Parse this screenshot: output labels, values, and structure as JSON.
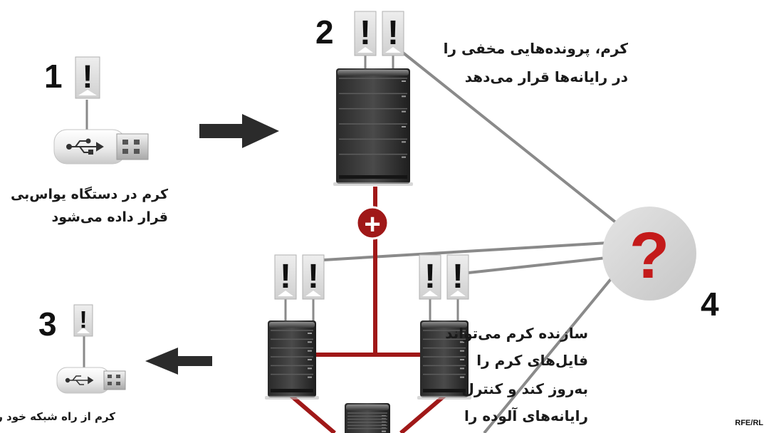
{
  "steps": {
    "step1": {
      "number": "1",
      "lines": [
        "کرم در دستگاه یواس‌بی",
        "قرار داده می‌شود"
      ]
    },
    "step2": {
      "number": "2",
      "lines": [
        "کرم، پرونده‌هایی مخفی را",
        "در رایانه‌ها قرار می‌دهد"
      ]
    },
    "step3": {
      "number": "3",
      "lines": [
        "کرم از راه شبکه خود را"
      ]
    },
    "step4": {
      "number": "4",
      "lines": [
        "سازنده کرم می‌تواند",
        "فایل‌های کرم را",
        "به‌روز کند و کنترل",
        "رایانه‌های آلوده را"
      ]
    }
  },
  "symbols": {
    "alert": "!",
    "unknown": "?",
    "plus": "+"
  },
  "credit": "RFE/RL",
  "colors": {
    "network_red": "#a01818",
    "question_red": "#c41a1a",
    "connector_gray": "#8a8a8a",
    "circle_gray": "#d7d7d7"
  }
}
